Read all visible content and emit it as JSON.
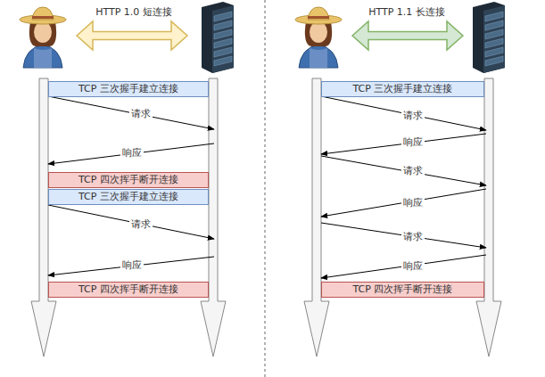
{
  "diagram": {
    "nodes": [
      {
        "text": [
          "TCP 三次握手建立连接"
        ]
      },
      {
        "text": [
          "TCP 四次挥手断开连接"
        ]
      },
      {
        "text": [
          "TCP 三次握手建立连接"
        ]
      },
      {
        "text": [
          "TCP 四次挥手断开连接"
        ]
      },
      {
        "text": [
          "TCP 三次握手建立连接"
        ]
      },
      {
        "text": [
          "TCP 四次挥手断开连接"
        ]
      }
    ],
    "labels": [
      "HTTP 1.0 短连接",
      "请求",
      "响应",
      "请求",
      "响应",
      "HTTP 1.1 长连接",
      "请求",
      "响应",
      "请求",
      "响应",
      "请求",
      "响应"
    ]
  }
}
